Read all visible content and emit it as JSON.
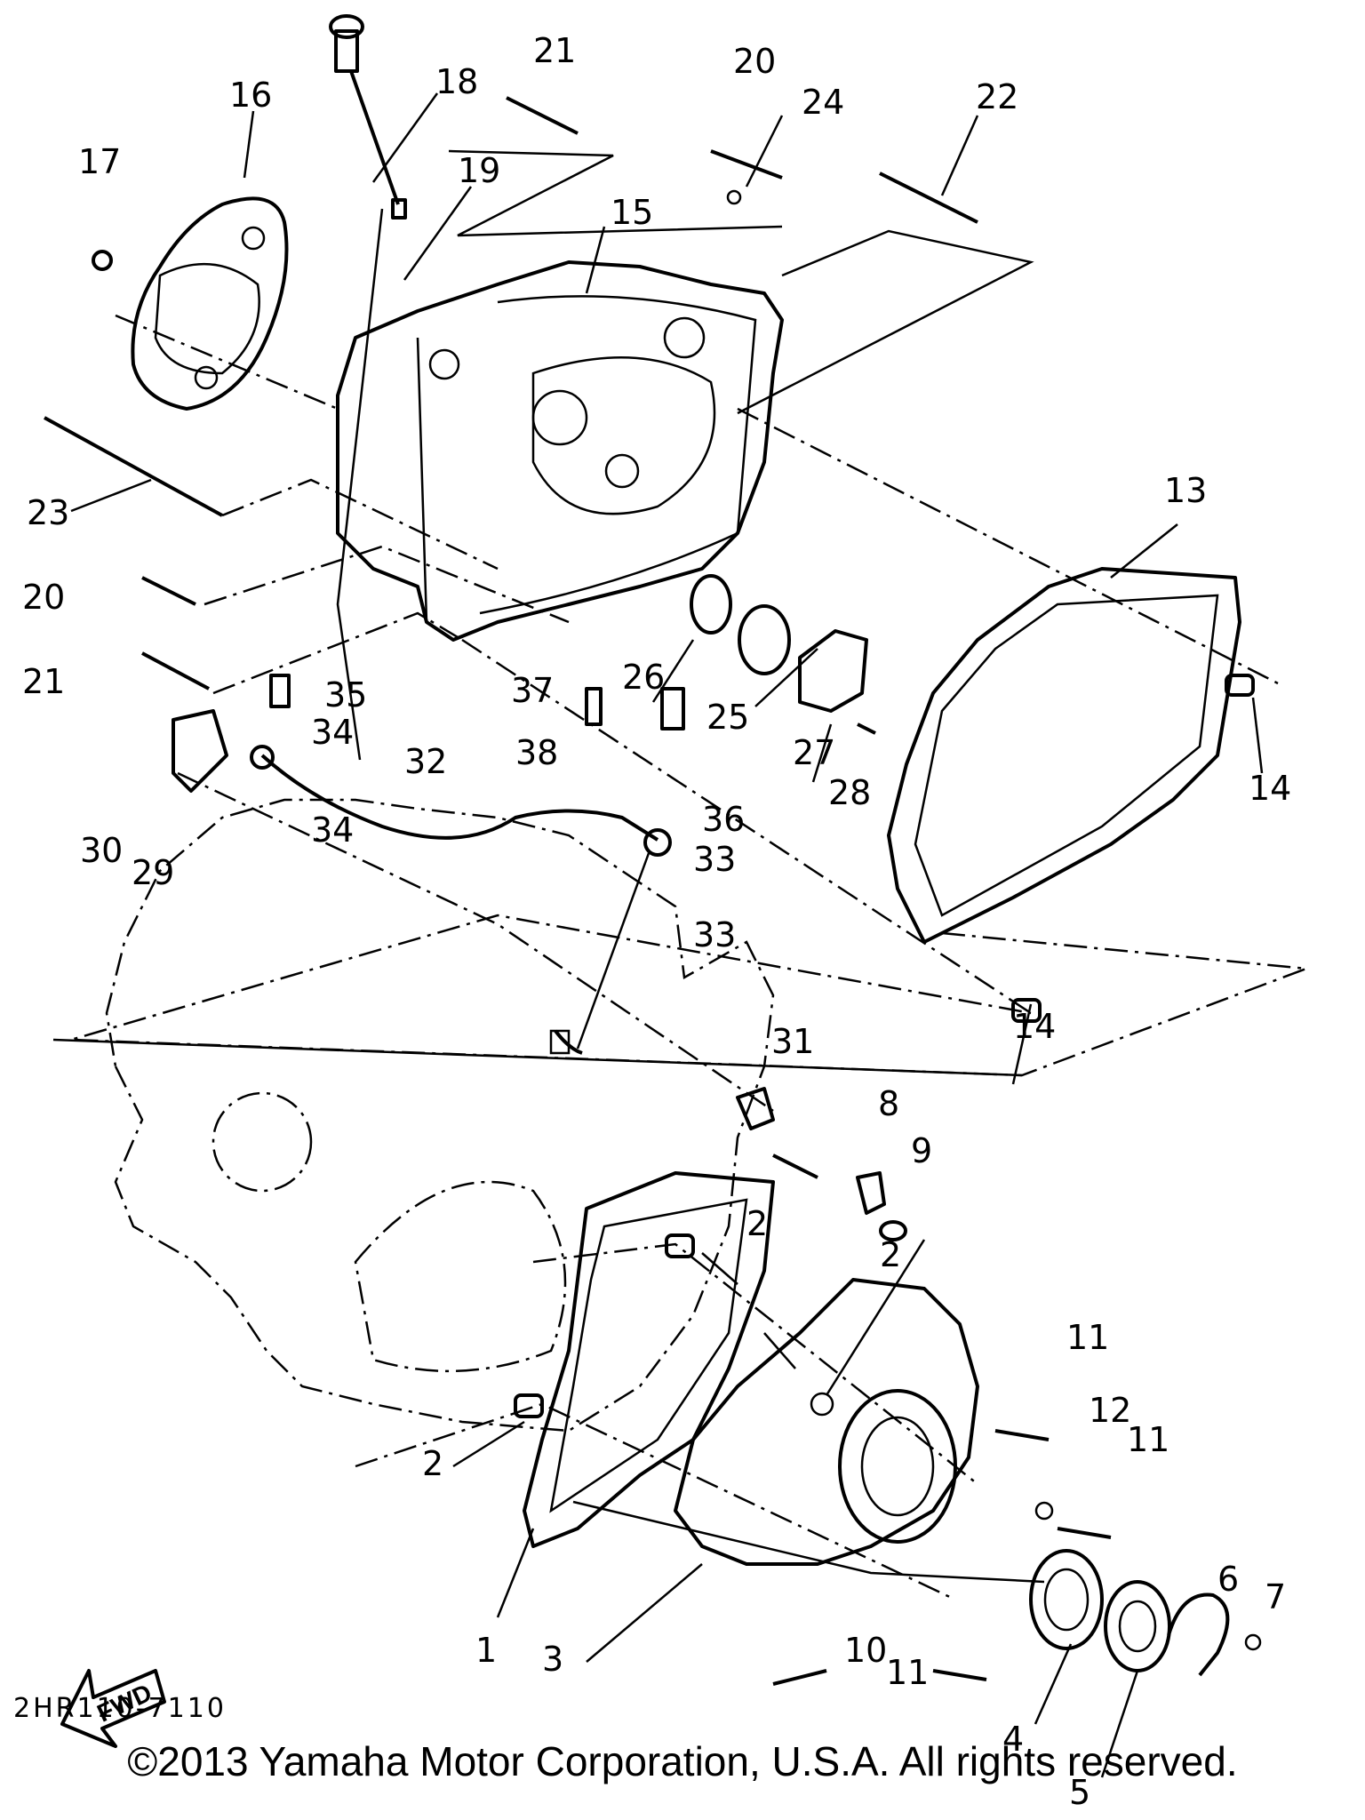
{
  "diagram": {
    "code": "2HR110-7110",
    "fwd_label": "FWD",
    "copyright": "©2013 Yamaha Motor Corporation, U.S.A. All rights reserved.",
    "callouts": [
      "1",
      "2",
      "2",
      "2",
      "3",
      "4",
      "5",
      "6",
      "7",
      "8",
      "9",
      "10",
      "11",
      "11",
      "11",
      "12",
      "13",
      "14",
      "14",
      "15",
      "16",
      "17",
      "18",
      "19",
      "20",
      "20",
      "21",
      "21",
      "22",
      "23",
      "24",
      "25",
      "26",
      "27",
      "28",
      "29",
      "30",
      "31",
      "32",
      "33",
      "33",
      "34",
      "34",
      "35",
      "36",
      "37",
      "38"
    ]
  }
}
